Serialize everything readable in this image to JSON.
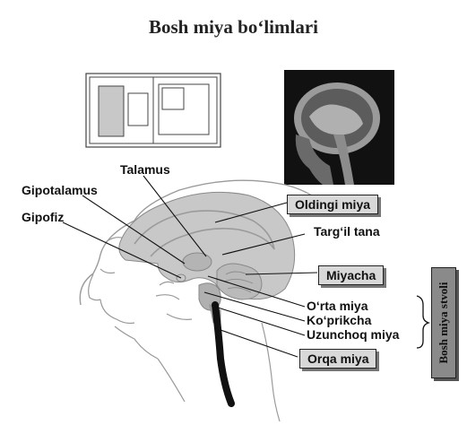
{
  "title": "Bosh miya bo‘limlari",
  "labels": {
    "talamus": "Talamus",
    "gipotalamus": "Gipotalamus",
    "gipofiz": "Gipofiz",
    "oldingi_miya": "Oldingi miya",
    "targil_tana": "Targ‘il tana",
    "miyacha": "Miyacha",
    "orta_miya": "O‘rta miya",
    "koprikcha": "Ko‘prikcha",
    "uzunchoq_miya": "Uzunchoq miya",
    "orqa_miya": "Orqa miya",
    "bosh_miya_stvoli": "Bosh miya stvoli"
  },
  "colors": {
    "brain_fill": "#c8c8c8",
    "label_box": "#d8d8d8",
    "stem_box": "#8a8a8a",
    "mri_bg": "#111111"
  }
}
